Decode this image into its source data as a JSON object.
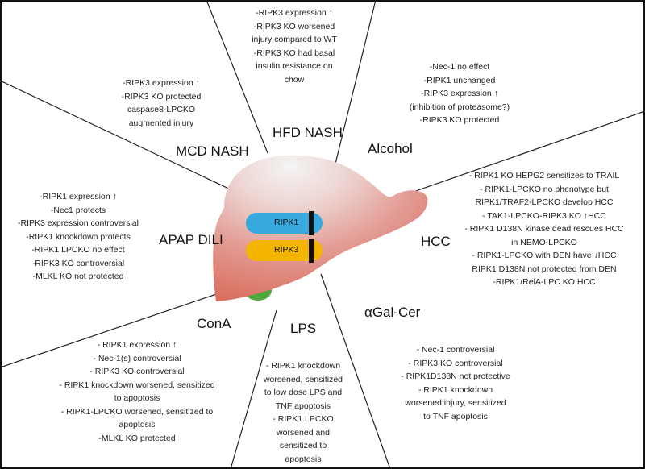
{
  "colors": {
    "border": "#111111",
    "liver_top": "#f2f2f2",
    "liver_mid": "#e7a7a0",
    "liver_deep": "#d96f62",
    "gallbladder": "#4fa83e",
    "ripk1_pill": "#37a9df",
    "ripk3_pill": "#f5b400"
  },
  "center": {
    "ripk1_label": "RIPK1",
    "ripk3_label": "RIPK3"
  },
  "sections": {
    "mcd_nash": {
      "title": "MCD NASH",
      "notes": [
        "-RIPK3 expression ↑",
        "-RIPK3 KO protected",
        "caspase8-LPCKO",
        "augmented injury"
      ]
    },
    "hfd_nash": {
      "title": "HFD NASH",
      "notes": [
        "-RIPK3 expression ↑",
        "-RIPK3 KO worsened",
        "injury compared to WT",
        "-RIPK3 KO had basal",
        "insulin resistance on",
        "chow"
      ]
    },
    "alcohol": {
      "title": "Alcohol",
      "notes": [
        "-Nec-1 no effect",
        "-RIPK1 unchanged",
        "-RIPK3 expression ↑",
        "(inhibition of proteasome?)",
        "-RIPK3 KO protected"
      ]
    },
    "hcc": {
      "title": "HCC",
      "notes": [
        "- RIPK1 KO HEPG2 sensitizes to TRAIL",
        "- RIPK1-LPCKO no phenotype but",
        "RIPK1/TRAF2-LPCKO develop HCC",
        "- TAK1-LPCKO-RIPK3 KO ↑HCC",
        "- RIPK1 D138N kinase dead rescues HCC",
        "in NEMO-LPCKO",
        "- RIPK1-LPCKO with DEN have ↓HCC",
        "RIPK1 D138N not protected from DEN",
        "-RIPK1/RelA-LPC KO HCC"
      ]
    },
    "agal_cer": {
      "title": "αGal-Cer",
      "notes": [
        "- Nec-1 controversial",
        "- RIPK3 KO controversial",
        "- RIPK1D138N not protective",
        "- RIPK1 knockdown",
        "worsened injury, sensitized",
        "to TNF apoptosis"
      ]
    },
    "lps": {
      "title": "LPS",
      "notes": [
        "- RIPK1 knockdown",
        "worsened, sensitized",
        "to low dose LPS and",
        "TNF apoptosis",
        "- RIPK1 LPCKO",
        "worsened and",
        "sensitized to",
        "apoptosis"
      ]
    },
    "cona": {
      "title": "ConA",
      "notes": [
        "- RIPK1 expression ↑",
        "- Nec-1(s) controversial",
        "- RIPK3 KO controversial",
        "- RIPK1 knockdown worsened, sensitized",
        "to apoptosis",
        "- RIPK1-LPCKO worsened, sensitized to",
        "apoptosis",
        "-MLKL KO protected"
      ]
    },
    "apap_dili": {
      "title": "APAP DILI",
      "notes": [
        "-RIPK1 expression ↑",
        "-Nec1 protects",
        "-RIPK3 expression controversial",
        "-RIPK1 knockdown protects",
        "-RIPK1 LPCKO no effect",
        "-RIPK3 KO controversial",
        "-MLKL KO not protected"
      ]
    }
  }
}
